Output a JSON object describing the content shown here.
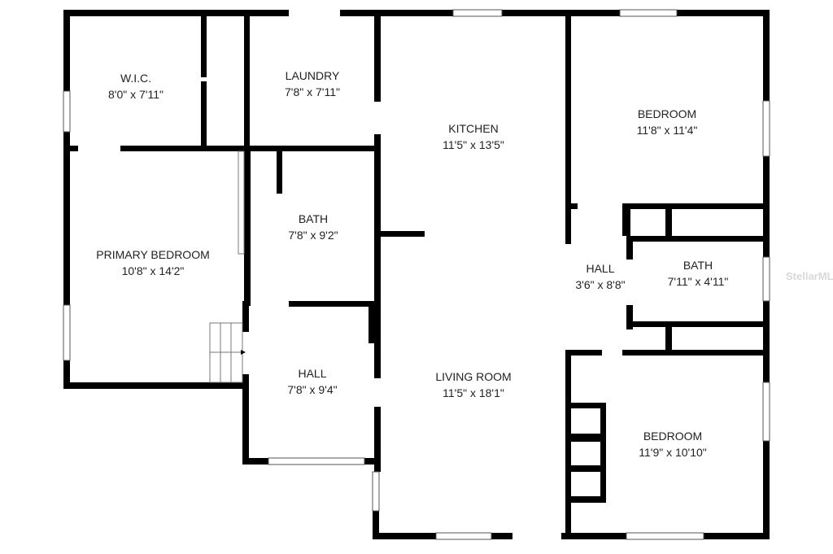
{
  "rooms": [
    {
      "name": "W.I.C.",
      "size": "8'0\" x 7'11\""
    },
    {
      "name": "LAUNDRY",
      "size": "7'8\" x 7'11\""
    },
    {
      "name": "KITCHEN",
      "size": "11'5\" x 13'5\""
    },
    {
      "name": "BEDROOM",
      "size": "11'8\" x 11'4\""
    },
    {
      "name": "PRIMARY BEDROOM",
      "size": "10'8\" x 14'2\""
    },
    {
      "name": "BATH",
      "size": "7'8\" x 9'2\""
    },
    {
      "name": "HALL",
      "size": "3'6\" x 8'8\""
    },
    {
      "name": "BATH",
      "size": "7'11\" x 4'11\""
    },
    {
      "name": "HALL",
      "size": "7'8\" x 9'4\""
    },
    {
      "name": "LIVING ROOM",
      "size": "11'5\" x 18'1\""
    },
    {
      "name": "BEDROOM",
      "size": "11'9\" x 10'10\""
    }
  ],
  "watermark": "StellarMLS",
  "colors": {
    "wall": "#000000",
    "window": "#ffffff",
    "text": "#222222"
  }
}
